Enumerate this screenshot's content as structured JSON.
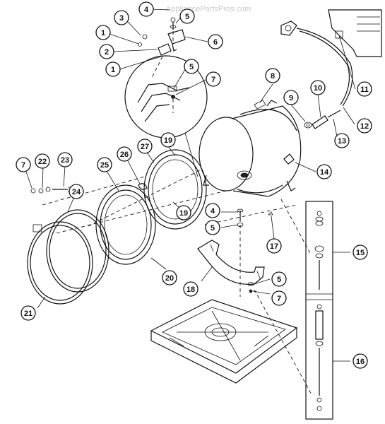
{
  "watermark": "AppliancePartsPros.com",
  "callouts": [
    {
      "id": "c4a",
      "label": "4"
    },
    {
      "id": "c5a",
      "label": "5"
    },
    {
      "id": "c3",
      "label": "3"
    },
    {
      "id": "c1a",
      "label": "1"
    },
    {
      "id": "c6",
      "label": "6"
    },
    {
      "id": "c2",
      "label": "2"
    },
    {
      "id": "c1b",
      "label": "1"
    },
    {
      "id": "c5b",
      "label": "5"
    },
    {
      "id": "c7a",
      "label": "7"
    },
    {
      "id": "c8",
      "label": "8"
    },
    {
      "id": "c9",
      "label": "9"
    },
    {
      "id": "c10",
      "label": "10"
    },
    {
      "id": "c11",
      "label": "11"
    },
    {
      "id": "c12",
      "label": "12"
    },
    {
      "id": "c13",
      "label": "13"
    },
    {
      "id": "c14",
      "label": "14"
    },
    {
      "id": "c19a",
      "label": "19"
    },
    {
      "id": "c27",
      "label": "27"
    },
    {
      "id": "c26",
      "label": "26"
    },
    {
      "id": "c25",
      "label": "25"
    },
    {
      "id": "c7b",
      "label": "7"
    },
    {
      "id": "c22",
      "label": "22"
    },
    {
      "id": "c23",
      "label": "23"
    },
    {
      "id": "c24",
      "label": "24"
    },
    {
      "id": "c19b",
      "label": "19"
    },
    {
      "id": "c4b",
      "label": "4"
    },
    {
      "id": "c5c",
      "label": "5"
    },
    {
      "id": "c17",
      "label": "17"
    },
    {
      "id": "c15",
      "label": "15"
    },
    {
      "id": "c20",
      "label": "20"
    },
    {
      "id": "c18",
      "label": "18"
    },
    {
      "id": "c5d",
      "label": "5"
    },
    {
      "id": "c7c",
      "label": "7"
    },
    {
      "id": "c21",
      "label": "21"
    },
    {
      "id": "c16",
      "label": "16"
    }
  ]
}
